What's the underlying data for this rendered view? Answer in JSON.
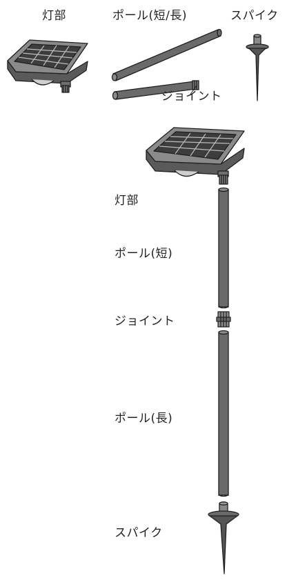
{
  "top_row": {
    "light_label": "灯部",
    "pole_label": "ポール(短/長)",
    "spike_label": "スパイク",
    "joint_label": "ジョイント"
  },
  "assembly": {
    "light_label": "灯部",
    "pole_short_label": "ポール(短)",
    "joint_label": "ジョイント",
    "pole_long_label": "ポール(長)",
    "spike_label": "スパイク"
  },
  "colors": {
    "panel_cell": "#3d3d3d",
    "panel_grid": "#bdbdbd",
    "body_dark": "#555555",
    "pole": "#6a6a6a",
    "outline": "#1e1e1e"
  }
}
